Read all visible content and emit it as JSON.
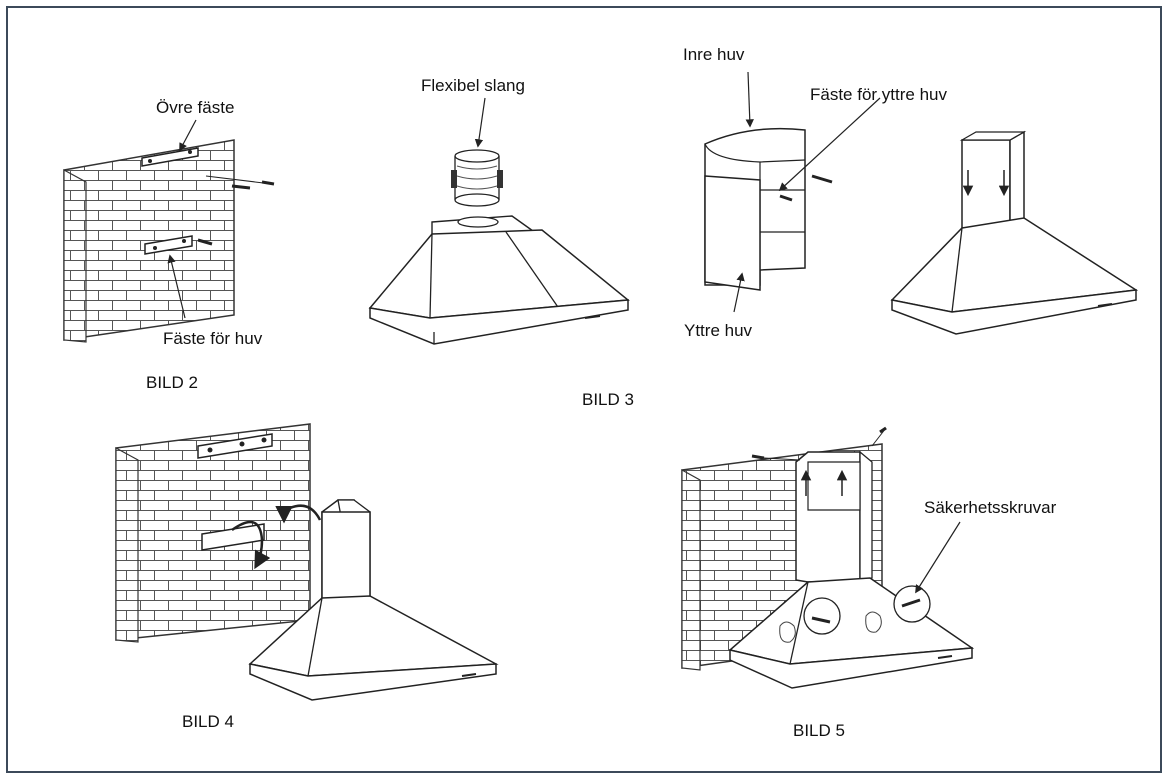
{
  "labels": {
    "ovre_faste": "Övre fäste",
    "faste_for_huv": "Fäste för huv",
    "flexibel_slang": "Flexibel slang",
    "inre_huv": "Inre huv",
    "faste_for_yttre_huv": "Fäste för yttre huv",
    "yttre_huv": "Yttre huv",
    "sakerhetsskruvar": "Säkerhetsskruvar"
  },
  "captions": {
    "bild2": "BILD 2",
    "bild3": "BILD 3",
    "bild4": "BILD 4",
    "bild5": "BILD 5"
  },
  "colors": {
    "frame_border": "#3c4a5a",
    "line": "#222222",
    "background": "#ffffff"
  }
}
